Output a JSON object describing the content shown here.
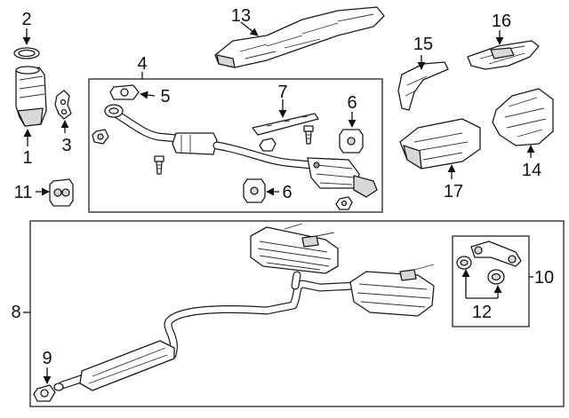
{
  "diagram": {
    "callouts": {
      "c1": "1",
      "c2": "2",
      "c3": "3",
      "c4": "4",
      "c5": "5",
      "c6a": "6",
      "c6b": "6",
      "c7": "7",
      "c8": "8",
      "c9": "9",
      "c10": "10",
      "c11": "11",
      "c12": "12",
      "c13": "13",
      "c14": "14",
      "c15": "15",
      "c16": "16",
      "c17": "17"
    },
    "colors": {
      "line": "#1a1a1a",
      "fill": "#ffffff",
      "shade": "#d8d8d8",
      "background": "#ffffff"
    }
  }
}
